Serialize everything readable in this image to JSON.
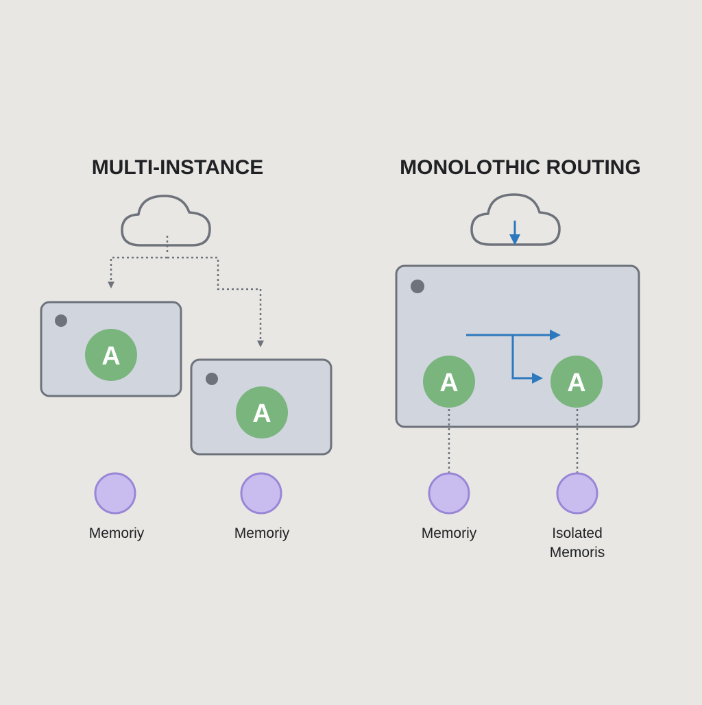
{
  "colors": {
    "background": "#e8e7e3",
    "box_fill": "#d0d5de",
    "box_stroke": "#6d727b",
    "dot": "#6d727b",
    "agent_fill": "#7ab57e",
    "agent_text": "#ffffff",
    "memory_fill": "#c9bdf0",
    "memory_stroke": "#9a86d6",
    "cloud_stroke": "#6d727b",
    "dashed_arrow": "#6d727b",
    "routing_arrow": "#2e78bd",
    "title_text": "#202124",
    "label_text": "#202124"
  },
  "left": {
    "title": "MULTI-INSTANCE",
    "cloud_icon": "cloud-icon",
    "instances": [
      {
        "agent_label": "A",
        "memory_label": "Memoriy"
      },
      {
        "agent_label": "A",
        "memory_label": "Memoriy"
      }
    ]
  },
  "right": {
    "title": "MONOLOTHIC ROUTING",
    "cloud_icon": "cloud-icon",
    "agents": [
      {
        "agent_label": "A",
        "memory_label": "Memoriy"
      },
      {
        "agent_label": "A",
        "memory_label_line1": "Isolated",
        "memory_label_line2": "Memoris"
      }
    ]
  }
}
